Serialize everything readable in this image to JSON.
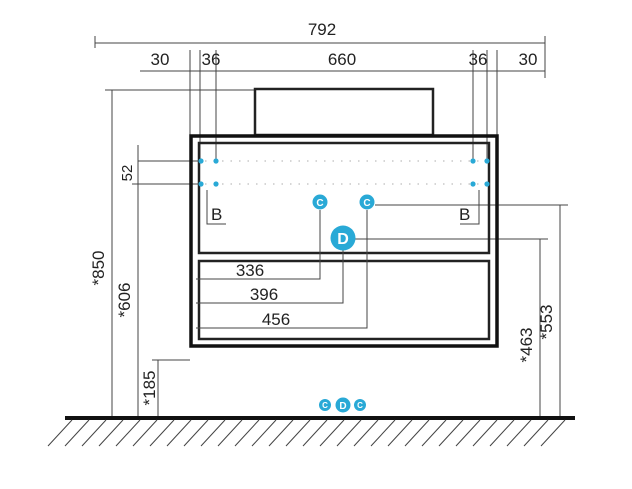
{
  "dimensions": {
    "overall_width": "792",
    "side_left": "30",
    "inner_left": "36",
    "inner_width": "660",
    "inner_right": "36",
    "side_right": "30",
    "total_height": "*850",
    "height_606": "*606",
    "height_185": "*185",
    "height_463": "*463",
    "height_553": "*553",
    "gap_52": "52",
    "offset_336": "336",
    "offset_396": "396",
    "offset_456": "456"
  },
  "labels": {
    "b_left": "B",
    "b_right": "B",
    "marker_c": "C",
    "marker_d": "D"
  },
  "colors": {
    "marker": "#29a9d6",
    "line": "#111111"
  }
}
